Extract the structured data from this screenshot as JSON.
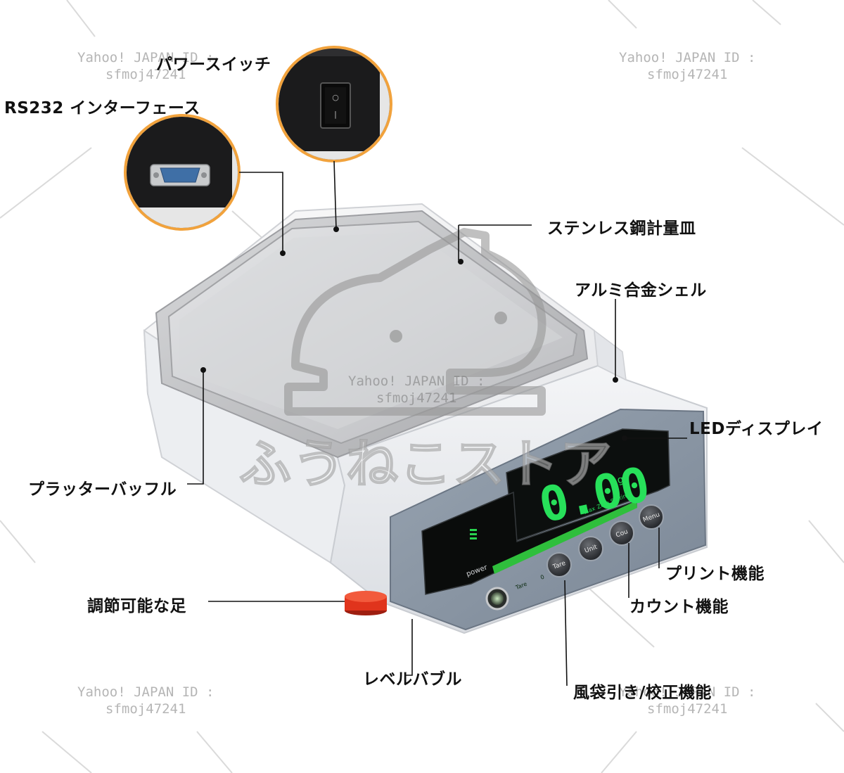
{
  "callouts": {
    "power_switch": "パワースイッチ",
    "rs232": "RS232 インターフェース",
    "pan": "ステンレス鋼計量皿",
    "shell": "アルミ合金シェル",
    "led_display": "LEDディスプレイ",
    "splatter": "プラッターバッフル",
    "feet": "調節可能な足",
    "print": "プリント機能",
    "count": "カウント機能",
    "level_bubble": "レベルバブル",
    "tare_calib": "風袋引き/校正機能"
  },
  "watermark": {
    "line1": "Yahoo! JAPAN ID :",
    "line2": "sfmoj47241",
    "store": "ふうねこストア"
  },
  "display": {
    "reading": "0.00",
    "unit": "g",
    "power_label": "power",
    "tare_label": "Tare",
    "zero_label": "0",
    "max_label": "Max",
    "zero_setting": "Zero Setting"
  },
  "buttons": {
    "tare": "Tare",
    "unit": "Unit",
    "cou": "Cou",
    "menu": "Menu"
  },
  "colors": {
    "display_green": "#27e05a",
    "foot_red": "#e0341c",
    "panel_gray": "#8a97a6"
  }
}
